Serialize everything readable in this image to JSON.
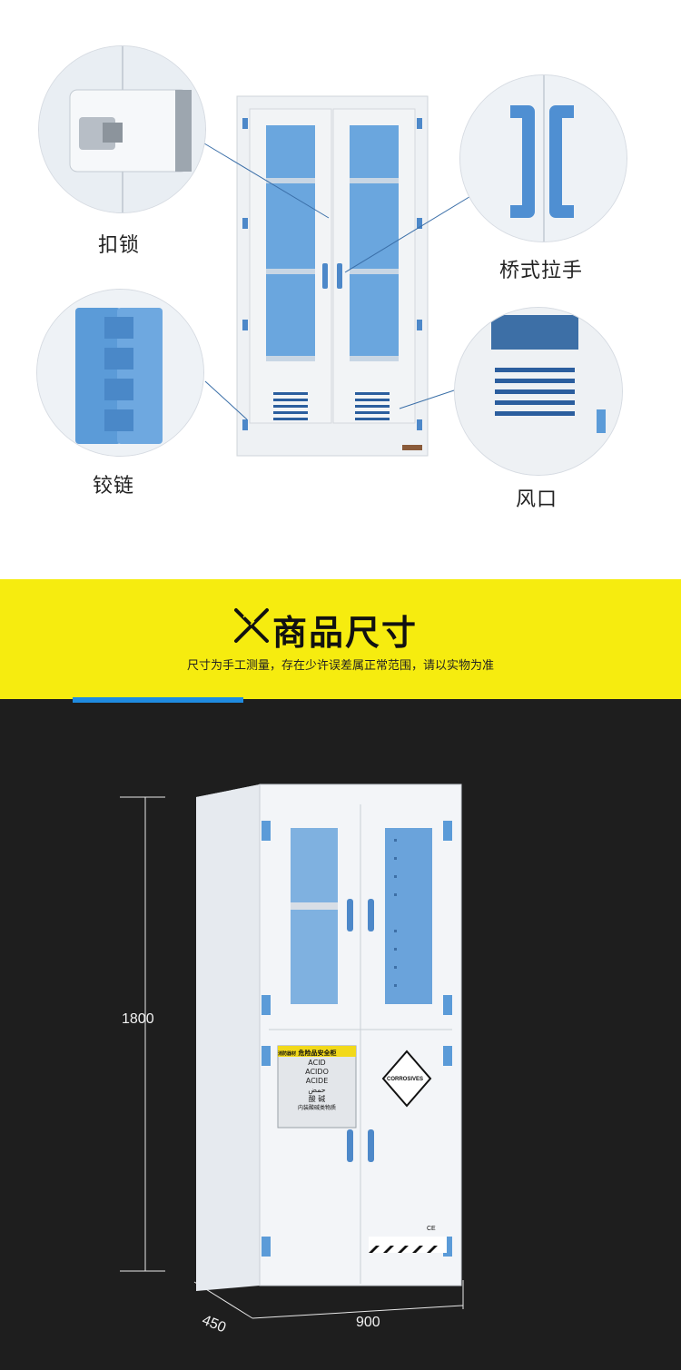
{
  "callouts": {
    "lock": "扣锁",
    "handle": "桥式拉手",
    "hinge": "铰链",
    "vent": "风口"
  },
  "banner": {
    "title": "商品尺寸",
    "subtitle": "尺寸为手工测量，存在少许误差属正常范围，请以实物为准"
  },
  "dimensions": {
    "height": "1800",
    "width": "900",
    "depth": "450"
  },
  "cabinet_labels": {
    "sign_header": "危险品安全柜",
    "sign_small": "消防器材",
    "sign_lines": [
      "ACID",
      "ACIDO",
      "ACIDE",
      "حمض",
      "酸 碱"
    ],
    "sign_footer": "内装酸碱类物质",
    "corrosive": "CORROSIVES",
    "ce": "CE"
  },
  "colors": {
    "banner": "#f6ec0f",
    "accent_blue": "#1f8be0",
    "dark_bg": "#1e1e1e",
    "cabinet_blue": "#5b9bd8"
  }
}
